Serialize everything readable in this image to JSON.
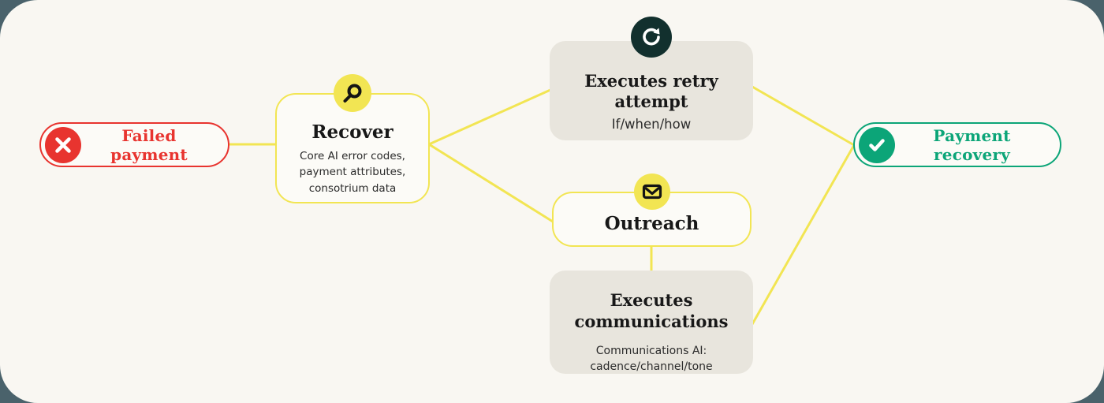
{
  "diagram": {
    "background_color": "#4a626b",
    "surface_color": "#f9f7f2",
    "connector_color": "#f2e553",
    "nodes": {
      "failed_payment": {
        "label": "Failed payment",
        "icon": "x-circle-icon",
        "accent_color": "#e8342f"
      },
      "recover": {
        "title": "Recover",
        "body": "Core AI error codes,\npayment attributes,\nconsotrium data",
        "icon": "magnifier-icon",
        "accent_color": "#f2e553"
      },
      "executes_retry": {
        "title": "Executes retry\nattempt",
        "body": "If/when/how",
        "icon": "refresh-icon",
        "icon_bg_color": "#12302e",
        "box_color": "#e8e5dd"
      },
      "outreach": {
        "title": "Outreach",
        "icon": "envelope-icon",
        "accent_color": "#f2e553"
      },
      "executes_communications": {
        "title": "Executes\ncommunications",
        "body": "Communications AI:\ncadence/channel/tone",
        "box_color": "#e8e5dd"
      },
      "payment_recovery": {
        "label": "Payment recovery",
        "icon": "check-circle-icon",
        "accent_color": "#0ca578"
      }
    },
    "edges": [
      {
        "from": "failed_payment",
        "to": "recover"
      },
      {
        "from": "recover",
        "to": "executes_retry"
      },
      {
        "from": "recover",
        "to": "outreach"
      },
      {
        "from": "outreach",
        "to": "executes_communications"
      },
      {
        "from": "executes_retry",
        "to": "payment_recovery"
      },
      {
        "from": "executes_communications",
        "to": "payment_recovery"
      }
    ]
  }
}
